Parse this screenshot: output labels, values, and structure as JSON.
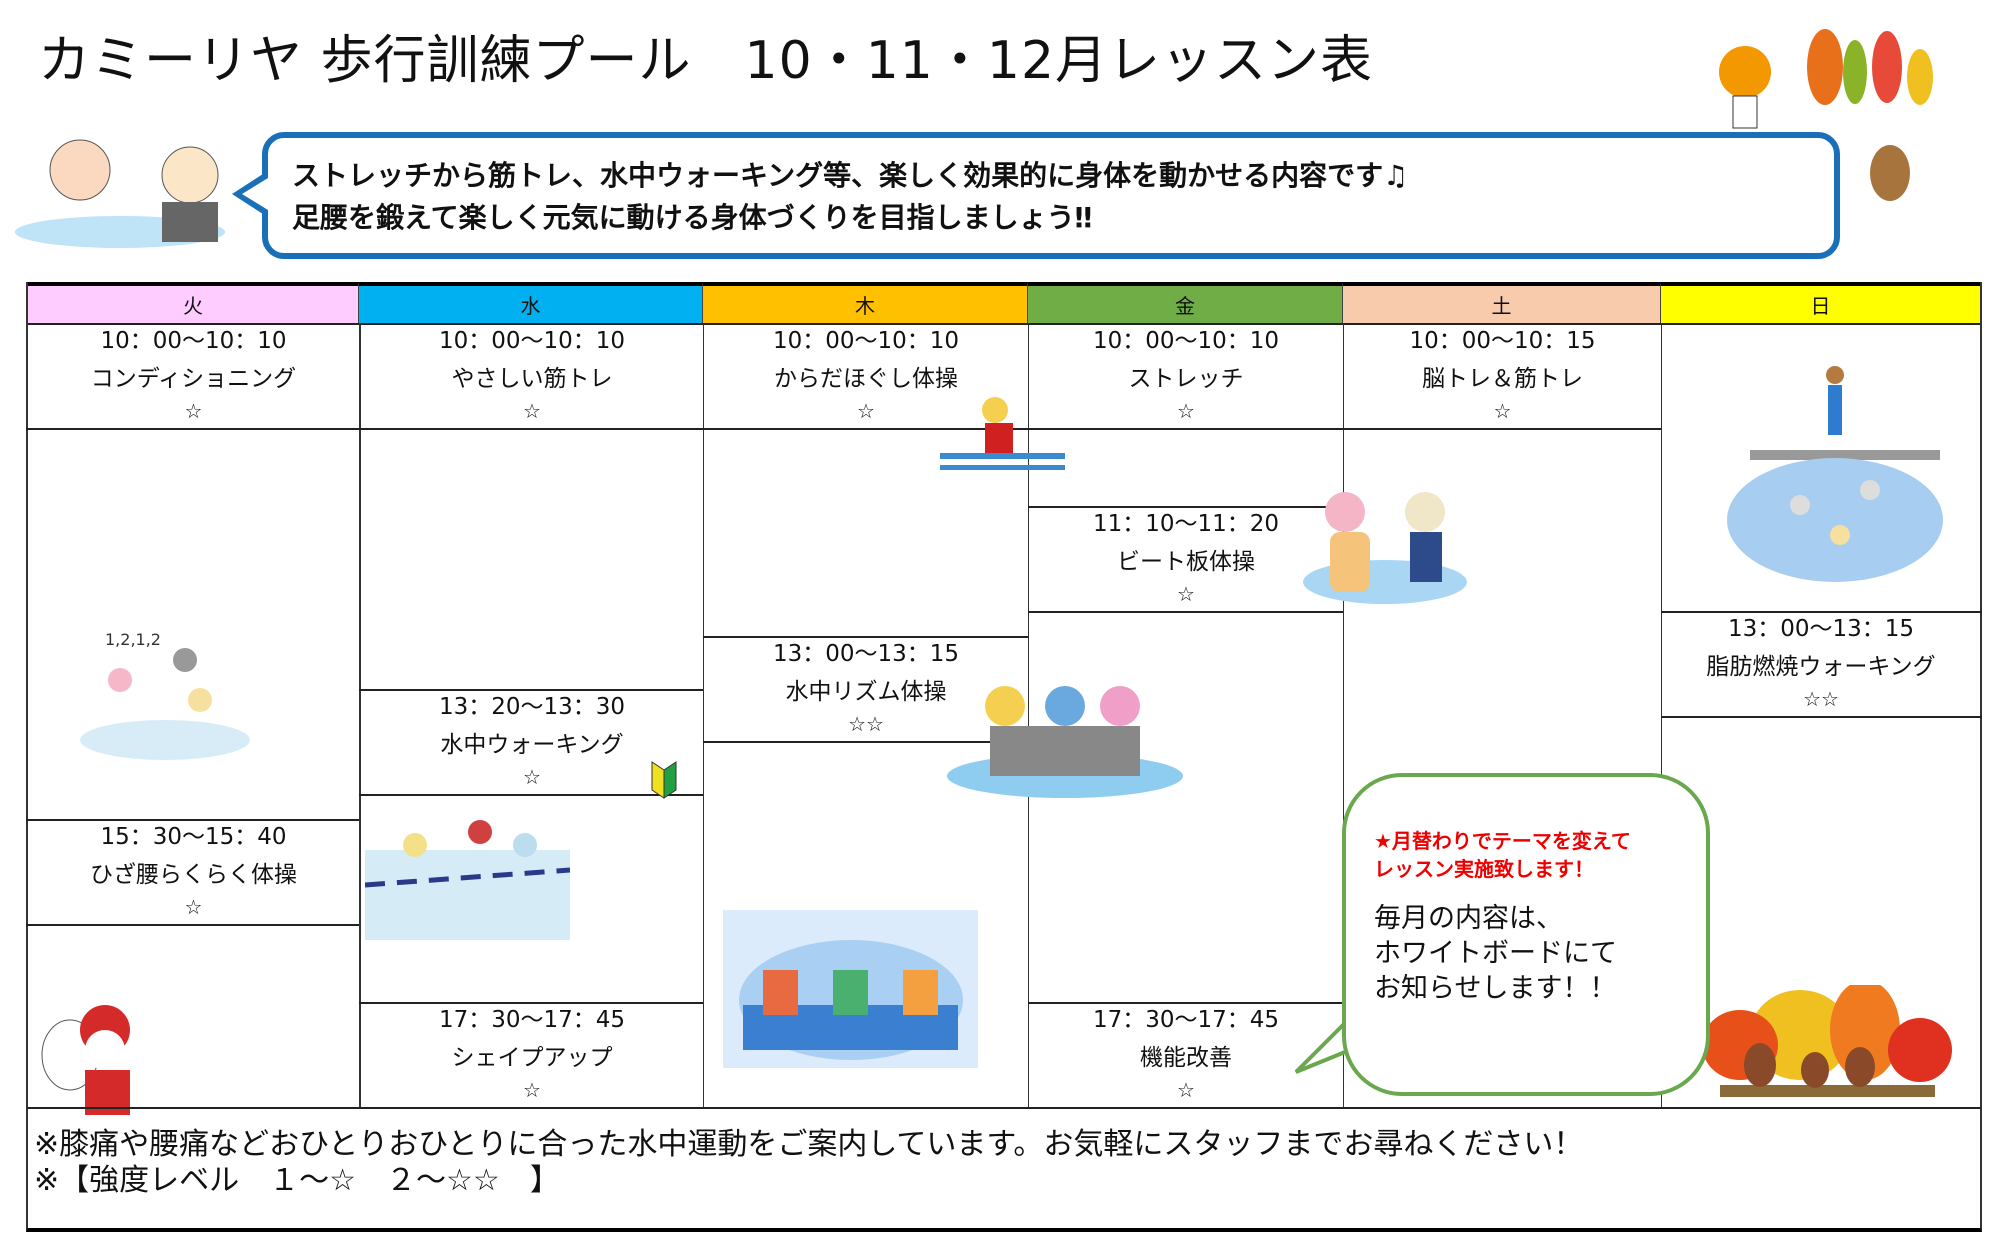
{
  "title": "カミーリヤ 歩行訓練プール　10・11・12月レッスン表",
  "intro": {
    "line1": "ストレッチから筋トレ、水中ウォーキング等、楽しく効果的に身体を動かせる内容です♫",
    "line2": "足腰を鍛えて楽しく元気に動ける身体づくりを目指しましょう‼"
  },
  "days": [
    {
      "label": "火",
      "color": "#ffccff"
    },
    {
      "label": "水",
      "color": "#00b0f0"
    },
    {
      "label": "木",
      "color": "#ffc000"
    },
    {
      "label": "金",
      "color": "#70ad47"
    },
    {
      "label": "土",
      "color": "#f8cbad"
    },
    {
      "label": "日",
      "color": "#ffff00"
    }
  ],
  "lessons": {
    "tue": [
      {
        "time": "10：00～10：10",
        "name": "コンディショニング",
        "level": "☆"
      },
      {
        "time": "15：30～15：40",
        "name": "ひざ腰らくらく体操",
        "level": "☆"
      }
    ],
    "wed": [
      {
        "time": "10：00～10：10",
        "name": "やさしい筋トレ",
        "level": "☆"
      },
      {
        "time": "13：20～13：30",
        "name": "水中ウォーキング",
        "level": "☆"
      },
      {
        "time": "17：30～17：45",
        "name": "シェイプアップ",
        "level": "☆"
      }
    ],
    "thu": [
      {
        "time": "10：00～10：10",
        "name": "からだほぐし体操",
        "level": "☆"
      },
      {
        "time": "13：00～13：15",
        "name": "水中リズム体操",
        "level": "☆☆"
      }
    ],
    "fri": [
      {
        "time": "10：00～10：10",
        "name": "ストレッチ",
        "level": "☆"
      },
      {
        "time": "11：10～11：20",
        "name": "ビート板体操",
        "level": "☆"
      },
      {
        "time": "17：30～17：45",
        "name": "機能改善",
        "level": "☆"
      }
    ],
    "sat": [
      {
        "time": "10：00～10：15",
        "name": "脳トレ＆筋トレ",
        "level": "☆"
      }
    ],
    "sun": [
      {
        "time": "13：00～13：15",
        "name": "脂肪燃焼ウォーキング",
        "level": "☆☆"
      }
    ]
  },
  "callout": {
    "red1": "★月替わりでテーマを変えて",
    "red2": "レッスン実施致します！",
    "l1": "毎月の内容は、",
    "l2": "ホワイトボードにて",
    "l3": "お知らせします！！"
  },
  "illustration_text": "1,2,1,2",
  "notes": {
    "l1": "※膝痛や腰痛などおひとりおひとりに合った水中運動をご案内しています。お気軽にスタッフまでお尋ねください！",
    "l2": "※【強度レベル　１～☆　２～☆☆　】"
  }
}
